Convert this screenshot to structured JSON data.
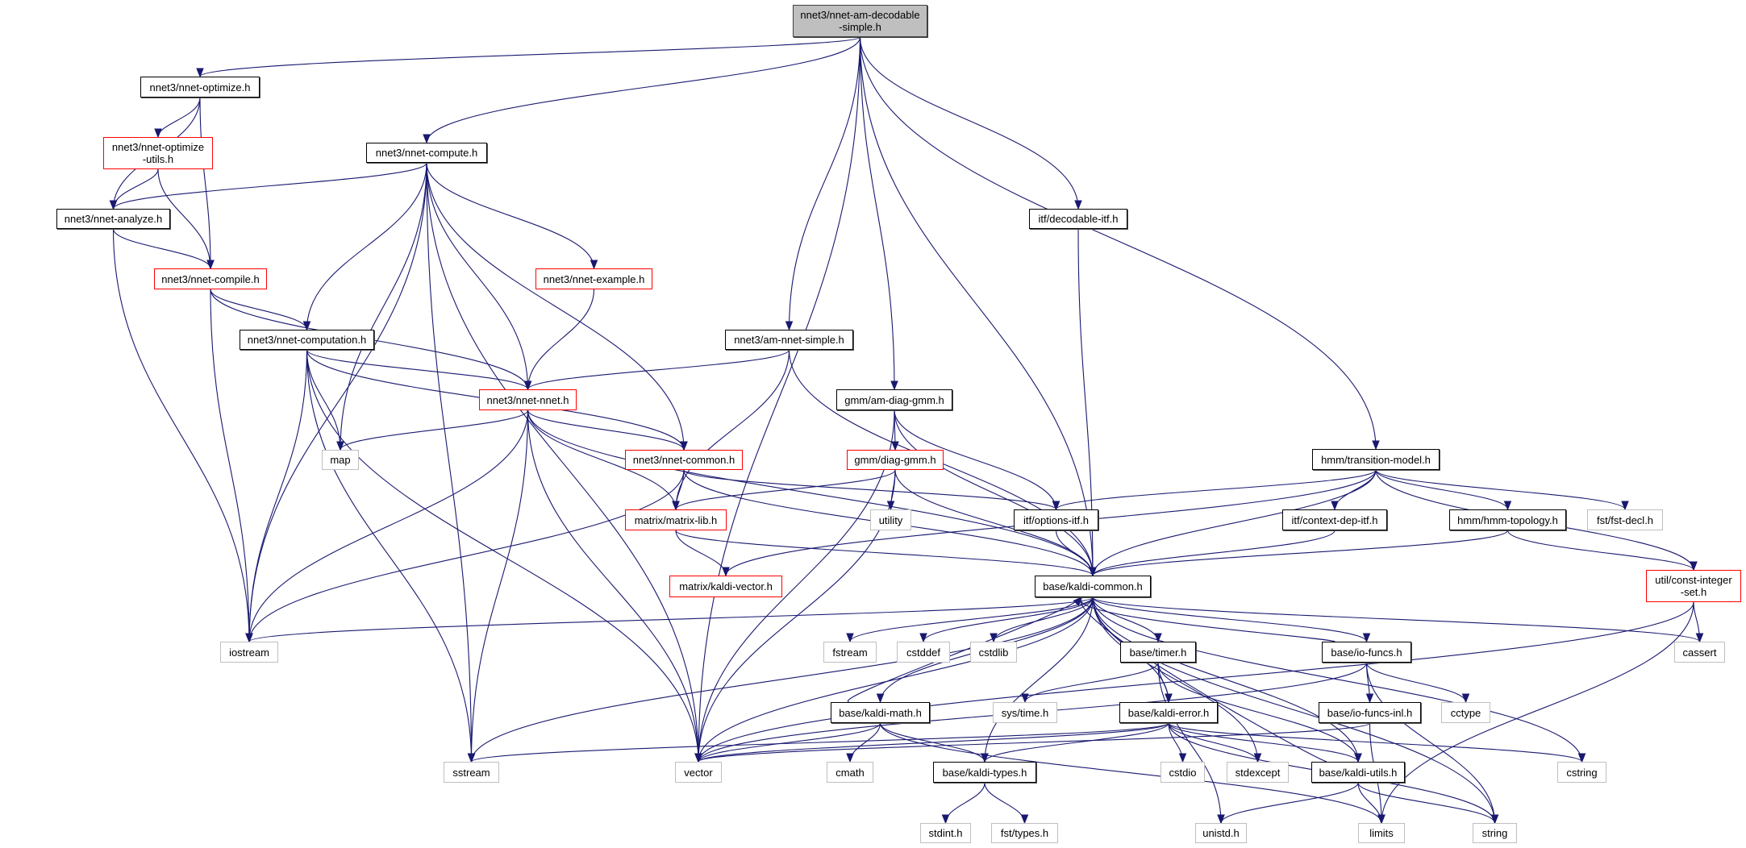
{
  "title": "nnet3/nnet-am-decodable-simple.h include dependency graph",
  "colors": {
    "edge": "#191970",
    "root_fill": "#bfbfbf",
    "red_border": "#ff0000",
    "external_border": "#bfbfbf",
    "doc_border": "#000000"
  },
  "nodes": [
    {
      "id": "root",
      "label": "nnet3/nnet-am-decodable\n-simple.h",
      "kind": "root"
    },
    {
      "id": "nnet_optimize",
      "label": "nnet3/nnet-optimize.h",
      "kind": "doc"
    },
    {
      "id": "nnet_optimize_utils",
      "label": "nnet3/nnet-optimize\n-utils.h",
      "kind": "red"
    },
    {
      "id": "nnet_compute",
      "label": "nnet3/nnet-compute.h",
      "kind": "doc"
    },
    {
      "id": "nnet_analyze",
      "label": "nnet3/nnet-analyze.h",
      "kind": "doc"
    },
    {
      "id": "decodable_itf",
      "label": "itf/decodable-itf.h",
      "kind": "doc"
    },
    {
      "id": "nnet_compile",
      "label": "nnet3/nnet-compile.h",
      "kind": "red"
    },
    {
      "id": "nnet_example",
      "label": "nnet3/nnet-example.h",
      "kind": "red"
    },
    {
      "id": "nnet_computation",
      "label": "nnet3/nnet-computation.h",
      "kind": "doc"
    },
    {
      "id": "am_nnet_simple",
      "label": "nnet3/am-nnet-simple.h",
      "kind": "doc"
    },
    {
      "id": "nnet_nnet",
      "label": "nnet3/nnet-nnet.h",
      "kind": "red"
    },
    {
      "id": "am_diag_gmm",
      "label": "gmm/am-diag-gmm.h",
      "kind": "doc"
    },
    {
      "id": "map",
      "label": "map",
      "kind": "ext"
    },
    {
      "id": "nnet_common",
      "label": "nnet3/nnet-common.h",
      "kind": "red"
    },
    {
      "id": "diag_gmm",
      "label": "gmm/diag-gmm.h",
      "kind": "red"
    },
    {
      "id": "transition_model",
      "label": "hmm/transition-model.h",
      "kind": "doc"
    },
    {
      "id": "matrix_lib",
      "label": "matrix/matrix-lib.h",
      "kind": "red"
    },
    {
      "id": "utility",
      "label": "utility",
      "kind": "ext"
    },
    {
      "id": "options_itf",
      "label": "itf/options-itf.h",
      "kind": "doc"
    },
    {
      "id": "context_dep_itf",
      "label": "itf/context-dep-itf.h",
      "kind": "doc"
    },
    {
      "id": "hmm_topology",
      "label": "hmm/hmm-topology.h",
      "kind": "doc"
    },
    {
      "id": "fst_decl",
      "label": "fst/fst-decl.h",
      "kind": "ext"
    },
    {
      "id": "kaldi_vector",
      "label": "matrix/kaldi-vector.h",
      "kind": "red"
    },
    {
      "id": "kaldi_common",
      "label": "base/kaldi-common.h",
      "kind": "doc"
    },
    {
      "id": "const_integer_set",
      "label": "util/const-integer\n-set.h",
      "kind": "red"
    },
    {
      "id": "iostream",
      "label": "iostream",
      "kind": "ext"
    },
    {
      "id": "fstream",
      "label": "fstream",
      "kind": "ext"
    },
    {
      "id": "cstddef",
      "label": "cstddef",
      "kind": "ext"
    },
    {
      "id": "cstdlib",
      "label": "cstdlib",
      "kind": "ext"
    },
    {
      "id": "timer",
      "label": "base/timer.h",
      "kind": "doc"
    },
    {
      "id": "io_funcs",
      "label": "base/io-funcs.h",
      "kind": "doc"
    },
    {
      "id": "cassert",
      "label": "cassert",
      "kind": "ext"
    },
    {
      "id": "kaldi_math",
      "label": "base/kaldi-math.h",
      "kind": "doc"
    },
    {
      "id": "sys_time",
      "label": "sys/time.h",
      "kind": "ext"
    },
    {
      "id": "kaldi_error",
      "label": "base/kaldi-error.h",
      "kind": "doc"
    },
    {
      "id": "io_funcs_inl",
      "label": "base/io-funcs-inl.h",
      "kind": "doc"
    },
    {
      "id": "cctype",
      "label": "cctype",
      "kind": "ext"
    },
    {
      "id": "sstream",
      "label": "sstream",
      "kind": "ext"
    },
    {
      "id": "vector",
      "label": "vector",
      "kind": "ext"
    },
    {
      "id": "cmath",
      "label": "cmath",
      "kind": "ext"
    },
    {
      "id": "kaldi_types",
      "label": "base/kaldi-types.h",
      "kind": "doc"
    },
    {
      "id": "cstdio",
      "label": "cstdio",
      "kind": "ext"
    },
    {
      "id": "stdexcept",
      "label": "stdexcept",
      "kind": "ext"
    },
    {
      "id": "kaldi_utils",
      "label": "base/kaldi-utils.h",
      "kind": "doc"
    },
    {
      "id": "cstring",
      "label": "cstring",
      "kind": "ext"
    },
    {
      "id": "stdint",
      "label": "stdint.h",
      "kind": "ext"
    },
    {
      "id": "fst_types",
      "label": "fst/types.h",
      "kind": "ext"
    },
    {
      "id": "unistd",
      "label": "unistd.h",
      "kind": "ext"
    },
    {
      "id": "limits",
      "label": "limits",
      "kind": "ext"
    },
    {
      "id": "string",
      "label": "string",
      "kind": "ext"
    }
  ],
  "edges": [
    [
      "root",
      "nnet_optimize"
    ],
    [
      "root",
      "nnet_compute"
    ],
    [
      "root",
      "am_nnet_simple"
    ],
    [
      "root",
      "am_diag_gmm"
    ],
    [
      "root",
      "decodable_itf"
    ],
    [
      "root",
      "kaldi_common"
    ],
    [
      "root",
      "transition_model"
    ],
    [
      "root",
      "vector"
    ],
    [
      "nnet_optimize",
      "nnet_optimize_utils"
    ],
    [
      "nnet_optimize",
      "nnet_analyze"
    ],
    [
      "nnet_optimize",
      "nnet_compile"
    ],
    [
      "nnet_optimize_utils",
      "nnet_analyze"
    ],
    [
      "nnet_optimize_utils",
      "nnet_compile"
    ],
    [
      "nnet_compute",
      "nnet_analyze"
    ],
    [
      "nnet_compute",
      "sstream"
    ],
    [
      "nnet_compute",
      "iostream"
    ],
    [
      "nnet_compute",
      "nnet_computation"
    ],
    [
      "nnet_compute",
      "map"
    ],
    [
      "nnet_compute",
      "vector"
    ],
    [
      "nnet_compute",
      "nnet_nnet"
    ],
    [
      "nnet_compute",
      "nnet_example"
    ],
    [
      "nnet_compute",
      "nnet_common"
    ],
    [
      "nnet_analyze",
      "nnet_compile"
    ],
    [
      "nnet_analyze",
      "iostream"
    ],
    [
      "nnet_compile",
      "nnet_computation"
    ],
    [
      "nnet_compile",
      "nnet_nnet"
    ],
    [
      "nnet_compile",
      "iostream"
    ],
    [
      "nnet_example",
      "nnet_nnet"
    ],
    [
      "nnet_computation",
      "nnet_nnet"
    ],
    [
      "nnet_computation",
      "nnet_common"
    ],
    [
      "nnet_computation",
      "map"
    ],
    [
      "nnet_computation",
      "iostream"
    ],
    [
      "nnet_computation",
      "sstream"
    ],
    [
      "nnet_computation",
      "vector"
    ],
    [
      "am_nnet_simple",
      "nnet_nnet"
    ],
    [
      "am_nnet_simple",
      "matrix_lib"
    ],
    [
      "am_nnet_simple",
      "kaldi_common"
    ],
    [
      "am_diag_gmm",
      "diag_gmm"
    ],
    [
      "am_diag_gmm",
      "vector"
    ],
    [
      "am_diag_gmm",
      "options_itf"
    ],
    [
      "am_diag_gmm",
      "kaldi_common"
    ],
    [
      "nnet_nnet",
      "map"
    ],
    [
      "nnet_nnet",
      "nnet_common"
    ],
    [
      "nnet_nnet",
      "matrix_lib"
    ],
    [
      "nnet_nnet",
      "kaldi_common"
    ],
    [
      "nnet_nnet",
      "iostream"
    ],
    [
      "nnet_nnet",
      "sstream"
    ],
    [
      "nnet_nnet",
      "vector"
    ],
    [
      "nnet_common",
      "matrix_lib"
    ],
    [
      "nnet_common",
      "options_itf"
    ],
    [
      "nnet_common",
      "kaldi_common"
    ],
    [
      "nnet_common",
      "iostream"
    ],
    [
      "diag_gmm",
      "matrix_lib"
    ],
    [
      "diag_gmm",
      "utility"
    ],
    [
      "diag_gmm",
      "vector"
    ],
    [
      "diag_gmm",
      "kaldi_common"
    ],
    [
      "decodable_itf",
      "kaldi_common"
    ],
    [
      "transition_model",
      "options_itf"
    ],
    [
      "transition_model",
      "kaldi_vector"
    ],
    [
      "transition_model",
      "context_dep_itf"
    ],
    [
      "transition_model",
      "hmm_topology"
    ],
    [
      "transition_model",
      "fst_decl"
    ],
    [
      "transition_model",
      "const_integer_set"
    ],
    [
      "transition_model",
      "kaldi_common"
    ],
    [
      "matrix_lib",
      "kaldi_vector"
    ],
    [
      "matrix_lib",
      "kaldi_common"
    ],
    [
      "options_itf",
      "kaldi_common"
    ],
    [
      "context_dep_itf",
      "kaldi_common"
    ],
    [
      "hmm_topology",
      "kaldi_common"
    ],
    [
      "hmm_topology",
      "const_integer_set"
    ],
    [
      "const_integer_set",
      "cassert"
    ],
    [
      "const_integer_set",
      "limits"
    ],
    [
      "const_integer_set",
      "vector"
    ],
    [
      "kaldi_common",
      "iostream"
    ],
    [
      "kaldi_common",
      "fstream"
    ],
    [
      "kaldi_common",
      "cstddef"
    ],
    [
      "kaldi_common",
      "cstdlib"
    ],
    [
      "kaldi_common",
      "timer"
    ],
    [
      "kaldi_common",
      "io_funcs"
    ],
    [
      "kaldi_common",
      "kaldi_math"
    ],
    [
      "kaldi_common",
      "kaldi_types"
    ],
    [
      "kaldi_common",
      "kaldi_error"
    ],
    [
      "kaldi_common",
      "kaldi_utils"
    ],
    [
      "kaldi_common",
      "stdexcept"
    ],
    [
      "kaldi_common",
      "cstring"
    ],
    [
      "kaldi_common",
      "string"
    ],
    [
      "kaldi_common",
      "vector"
    ],
    [
      "kaldi_common",
      "sstream"
    ],
    [
      "kaldi_common",
      "cassert"
    ],
    [
      "timer",
      "sys_time"
    ],
    [
      "timer",
      "kaldi_error"
    ],
    [
      "timer",
      "kaldi_utils"
    ],
    [
      "timer",
      "unistd"
    ],
    [
      "io_funcs",
      "kaldi_common"
    ],
    [
      "io_funcs",
      "io_funcs_inl"
    ],
    [
      "io_funcs",
      "cctype"
    ],
    [
      "io_funcs",
      "string"
    ],
    [
      "io_funcs",
      "vector"
    ],
    [
      "io_funcs_inl",
      "limits"
    ],
    [
      "io_funcs_inl",
      "vector"
    ],
    [
      "kaldi_math",
      "kaldi_common"
    ],
    [
      "kaldi_math",
      "cmath"
    ],
    [
      "kaldi_math",
      "kaldi_types"
    ],
    [
      "kaldi_math",
      "vector"
    ],
    [
      "kaldi_math",
      "limits"
    ],
    [
      "kaldi_error",
      "kaldi_types"
    ],
    [
      "kaldi_error",
      "cstdio"
    ],
    [
      "kaldi_error",
      "stdexcept"
    ],
    [
      "kaldi_error",
      "kaldi_utils"
    ],
    [
      "kaldi_error",
      "cstring"
    ],
    [
      "kaldi_error",
      "sstream"
    ],
    [
      "kaldi_error",
      "vector"
    ],
    [
      "kaldi_error",
      "string"
    ],
    [
      "kaldi_types",
      "stdint"
    ],
    [
      "kaldi_types",
      "fst_types"
    ],
    [
      "kaldi_utils",
      "limits"
    ],
    [
      "kaldi_utils",
      "string"
    ],
    [
      "kaldi_utils",
      "unistd"
    ],
    [
      "kaldi_utils",
      "kaldi_common"
    ]
  ]
}
